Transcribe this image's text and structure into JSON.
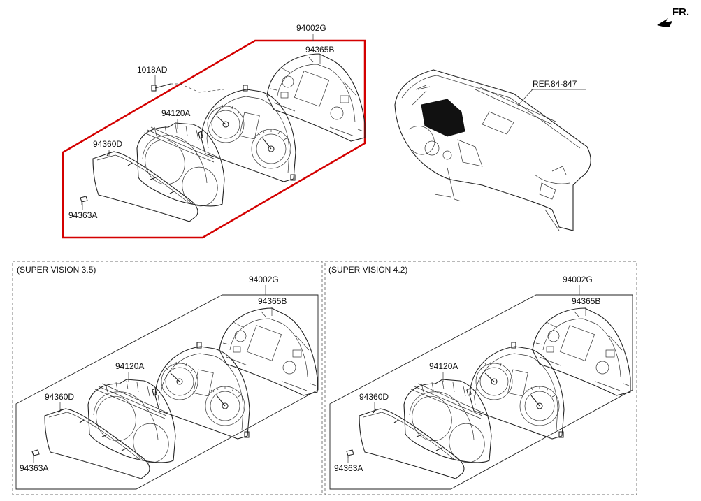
{
  "orientation": {
    "label": "FR.",
    "icon": "arrow-front-icon"
  },
  "main": {
    "assembly": "94002G",
    "labels": [
      "94365B",
      "1018AD",
      "94120A",
      "94360D",
      "94363A"
    ],
    "reference": "REF.84-847",
    "outline_color": "#d40000"
  },
  "variant_a": {
    "title": "(SUPER VISION 3.5)",
    "assembly": "94002G",
    "labels": [
      "94365B",
      "94120A",
      "94360D",
      "94363A"
    ]
  },
  "variant_b": {
    "title": "(SUPER VISION 4.2)",
    "assembly": "94002G",
    "labels": [
      "94365B",
      "94120A",
      "94360D",
      "94363A"
    ]
  }
}
